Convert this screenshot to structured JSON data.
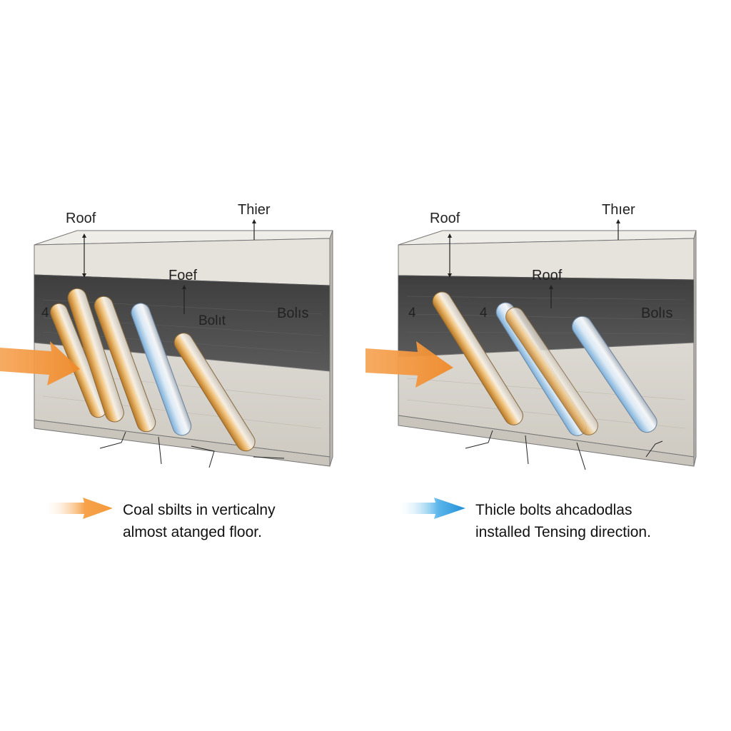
{
  "left_panel": {
    "labels": {
      "roof_top": "Roof",
      "thier": "Thier",
      "roof_mid": "Foef",
      "bolt_mid": "Bolıt",
      "bolts_right": "Bolıs",
      "bolt_number": "4"
    },
    "bolt_colors": [
      "orange",
      "orange",
      "orange",
      "blue",
      "orange"
    ],
    "caption": {
      "line1": "Coal sbilts in verticalny",
      "line2": "almost atanged floor."
    },
    "arrow_color": "#f4a14a"
  },
  "right_panel": {
    "labels": {
      "roof_top": "Roof",
      "thier": "Thıer",
      "roof_mid": "Roof",
      "bolts_right": "Bolıs",
      "bolt_number_a": "4",
      "bolt_number_b": "4"
    },
    "bolt_colors": [
      "orange",
      "blue",
      "orange",
      "blue"
    ],
    "caption": {
      "line1": "Thicle bolts ahcadodlas",
      "line2": "installed Tensing direction."
    },
    "arrow_color": "#3aa6e0"
  },
  "colors": {
    "roof_layer": "#e7e4dd",
    "coal_layer": "#4a4a4a",
    "floor_layer": "#d3d0c9",
    "orange_bolt": "#d99a3c",
    "blue_bolt": "#8fbfe6"
  }
}
